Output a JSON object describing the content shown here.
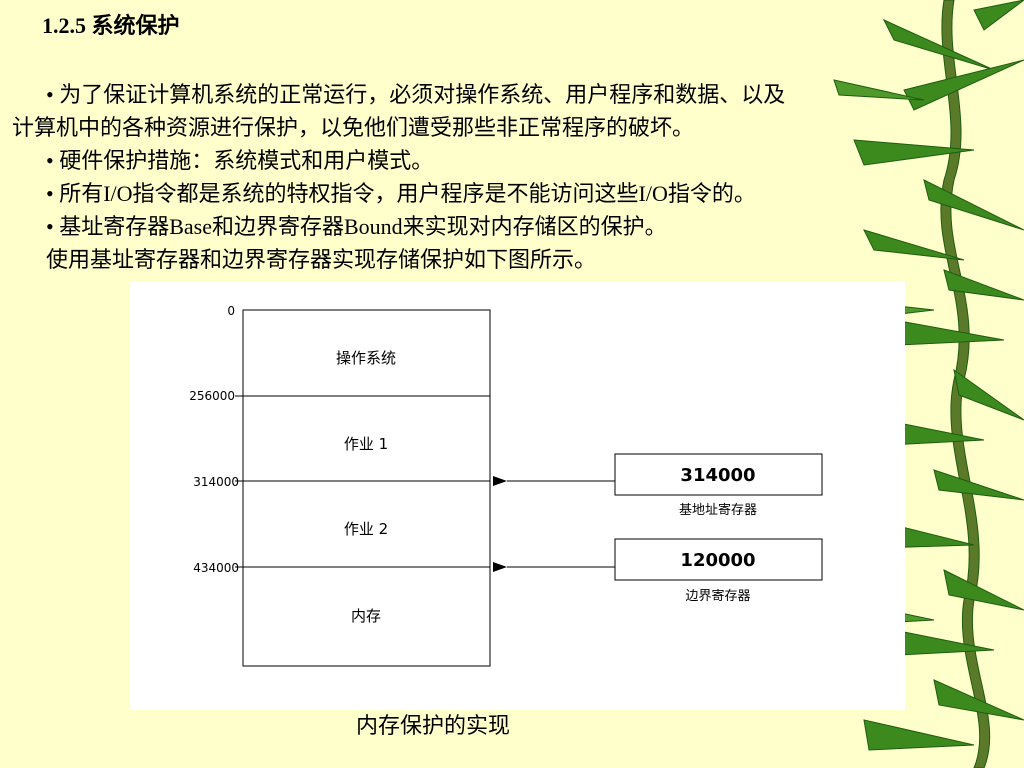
{
  "slide": {
    "title": "1.2.5 系统保护",
    "bullets": [
      "•  为了保证计算机系统的正常运行，必须对操作系统、用户程序和数据、以及",
      "计算机中的各种资源进行保护，以免他们遭受那些非正常程序的破坏。",
      "• 硬件保护措施：系统模式和用户模式。",
      "• 所有I/O指令都是系统的特权指令，用户程序是不能访问这些I/O指令的。",
      "• 基址寄存器Base和边界寄存器Bound来实现对内存储区的保护。",
      "使用基址寄存器和边界寄存器实现存储保护如下图所示。"
    ],
    "caption": "内存保护的实现"
  },
  "diagram": {
    "addresses": [
      "0",
      "256000",
      "314000",
      "434000"
    ],
    "segments": [
      "操作系统",
      "作业 1",
      "作业 2",
      "内存"
    ],
    "base_register": {
      "value": "314000",
      "label": "基地址寄存器"
    },
    "bound_register": {
      "value": "120000",
      "label": "边界寄存器"
    }
  },
  "colors": {
    "background": "#ffffcc",
    "bamboo_leaf": "#3c8a1e",
    "bamboo_dark": "#1f5c10"
  }
}
